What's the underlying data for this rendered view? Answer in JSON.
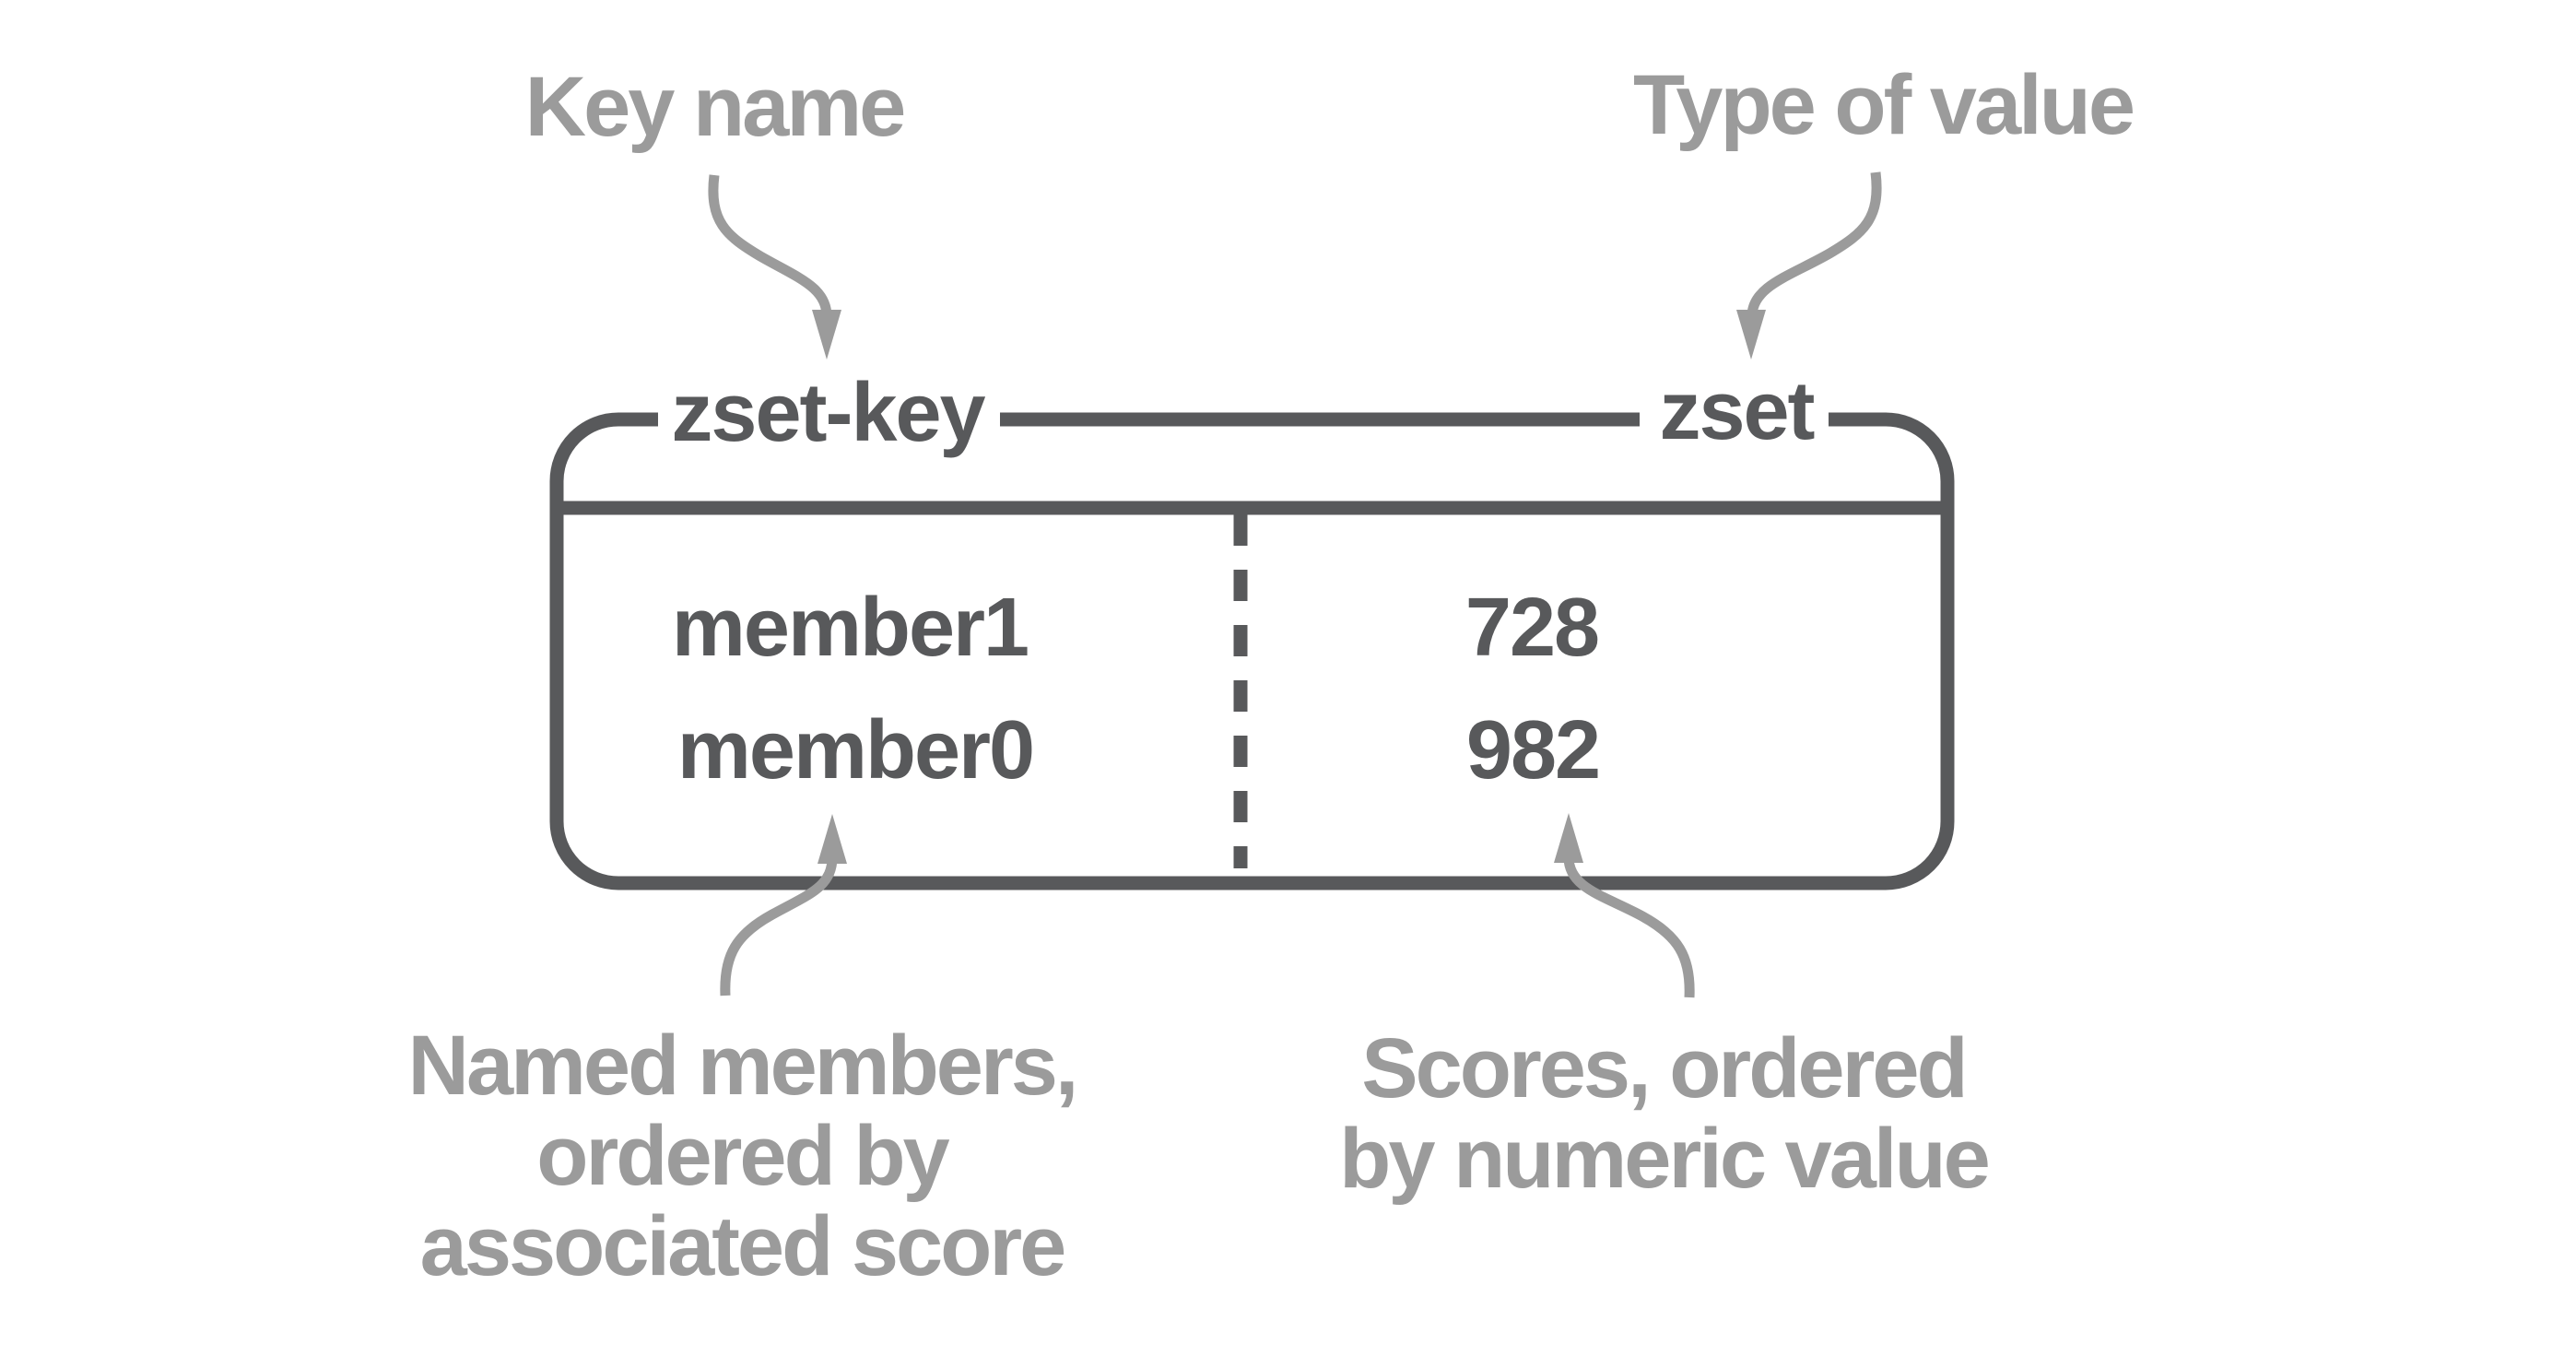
{
  "diagram": {
    "top_captions": {
      "key_name": "Key name",
      "type_of_value": "Type of value"
    },
    "box": {
      "key_label": "zset-key",
      "type_label": "zset",
      "rows": [
        {
          "member": "member1",
          "score": "728"
        },
        {
          "member": "member0",
          "score": "982"
        }
      ]
    },
    "bottom_captions": {
      "members": {
        "line1": "Named members,",
        "line2": "ordered by",
        "line3": "associated score"
      },
      "scores": {
        "line1": "Scores, ordered",
        "line2": "by numeric value"
      }
    },
    "colors": {
      "dark": "#58595b",
      "gray": "#9b9b9b",
      "background": "#ffffff"
    }
  }
}
